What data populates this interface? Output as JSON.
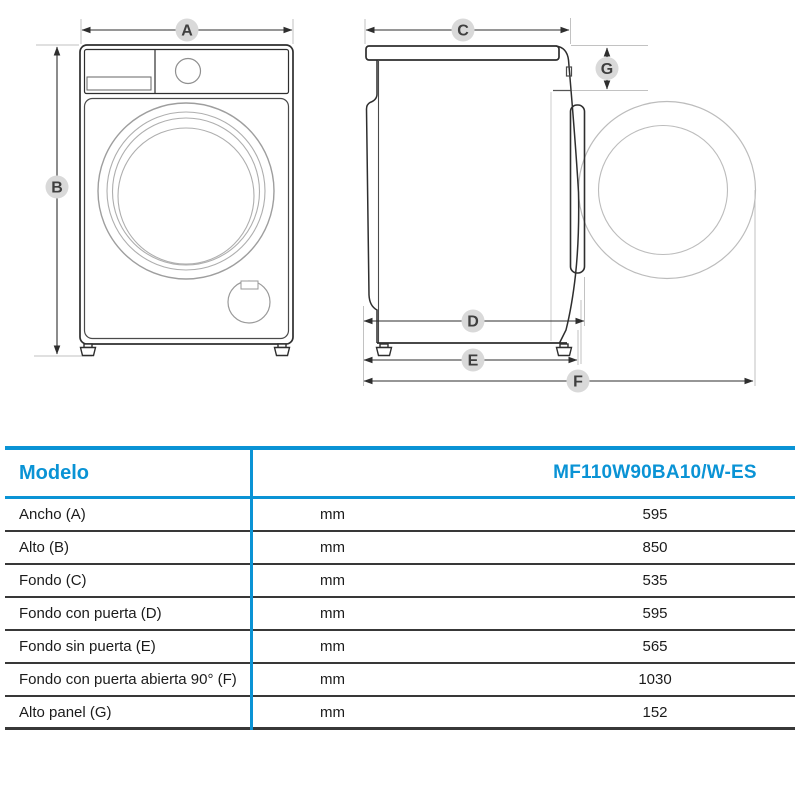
{
  "colors": {
    "accent": "#0a93d5"
  },
  "diagram": {
    "front_view": {
      "labels": {
        "width": "A",
        "height": "B"
      }
    },
    "side_view": {
      "labels": {
        "depth": "C",
        "depth_with_door": "D",
        "depth_without_door": "E",
        "depth_door_open": "F",
        "panel_height": "G"
      }
    }
  },
  "table": {
    "header": {
      "model_label": "Modelo",
      "model_value": "MF110W90BA10/W-ES"
    },
    "rows": [
      {
        "label": "Ancho (A)",
        "unit": "mm",
        "value": "595"
      },
      {
        "label": "Alto (B)",
        "unit": "mm",
        "value": "850"
      },
      {
        "label": "Fondo (C)",
        "unit": "mm",
        "value": "535"
      },
      {
        "label": "Fondo con puerta (D)",
        "unit": "mm",
        "value": "595"
      },
      {
        "label": "Fondo sin puerta (E)",
        "unit": "mm",
        "value": "565"
      },
      {
        "label": "Fondo con puerta abierta 90° (F)",
        "unit": "mm",
        "value": "1030"
      },
      {
        "label": "Alto panel (G)",
        "unit": "mm",
        "value": "152"
      }
    ]
  }
}
